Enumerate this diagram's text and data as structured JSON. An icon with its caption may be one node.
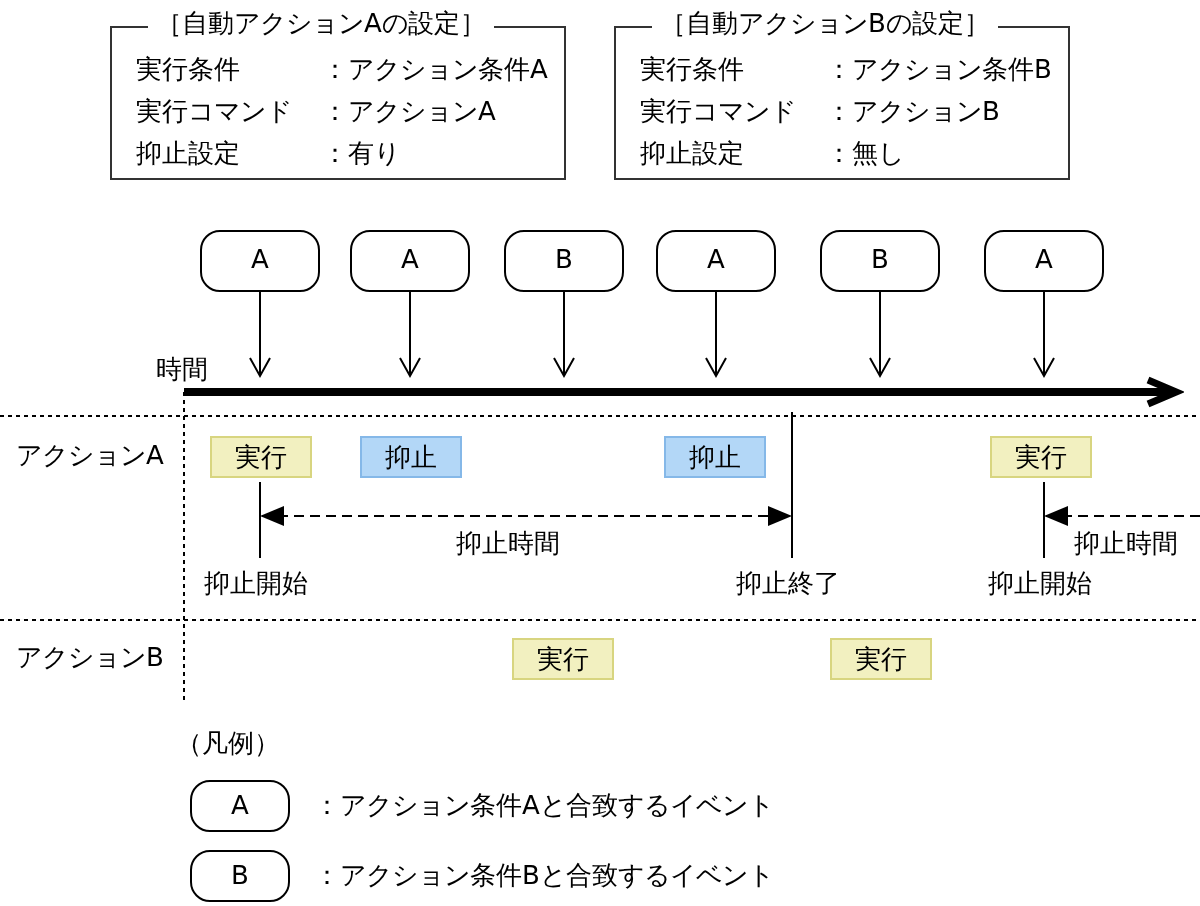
{
  "diagram": {
    "nodes": [
      {
        "text": [
          "［自動アクションAの設定］",
          "実行条件",
          "：アクション条件A",
          "実行コマンド",
          "：アクションA",
          "抑止設定",
          "：有り"
        ]
      },
      {
        "text": [
          "［自動アクションBの設定］",
          "実行条件",
          "：アクション条件B",
          "実行コマンド",
          "：アクションB",
          "抑止設定",
          "：無し"
        ]
      },
      {
        "text": [
          "A"
        ]
      },
      {
        "text": [
          "A"
        ]
      },
      {
        "text": [
          "B"
        ]
      },
      {
        "text": [
          "A"
        ]
      },
      {
        "text": [
          "B"
        ]
      },
      {
        "text": [
          "A"
        ]
      },
      {
        "text": [
          "実行"
        ]
      },
      {
        "text": [
          "抑止"
        ]
      },
      {
        "text": [
          "抑止"
        ]
      },
      {
        "text": [
          "実行"
        ]
      },
      {
        "text": [
          "実行"
        ]
      },
      {
        "text": [
          "実行"
        ]
      },
      {
        "text": [
          "A"
        ],
        "beside": [
          "：アクション条件Aと合致するイベント"
        ]
      },
      {
        "text": [
          "B"
        ],
        "beside": [
          "：アクション条件Bと合致するイベント"
        ]
      },
      {
        "text": [],
        "shape": "bar"
      }
    ],
    "edges": [
      {
        "from": 2,
        "to": 16,
        "arrow": "to"
      },
      {
        "from": 3,
        "to": 16,
        "arrow": "to"
      },
      {
        "from": 4,
        "to": 16,
        "arrow": "to"
      },
      {
        "from": 5,
        "to": 16,
        "arrow": "to"
      },
      {
        "from": 6,
        "to": 16,
        "arrow": "to"
      },
      {
        "from": 7,
        "to": 16,
        "arrow": "to"
      }
    ],
    "labels": [
      "時間",
      "アクションA",
      "抑止時間",
      "抑止時間",
      "抑止開始",
      "抑止終了",
      "抑止開始",
      "アクションB",
      "（凡例）"
    ]
  }
}
